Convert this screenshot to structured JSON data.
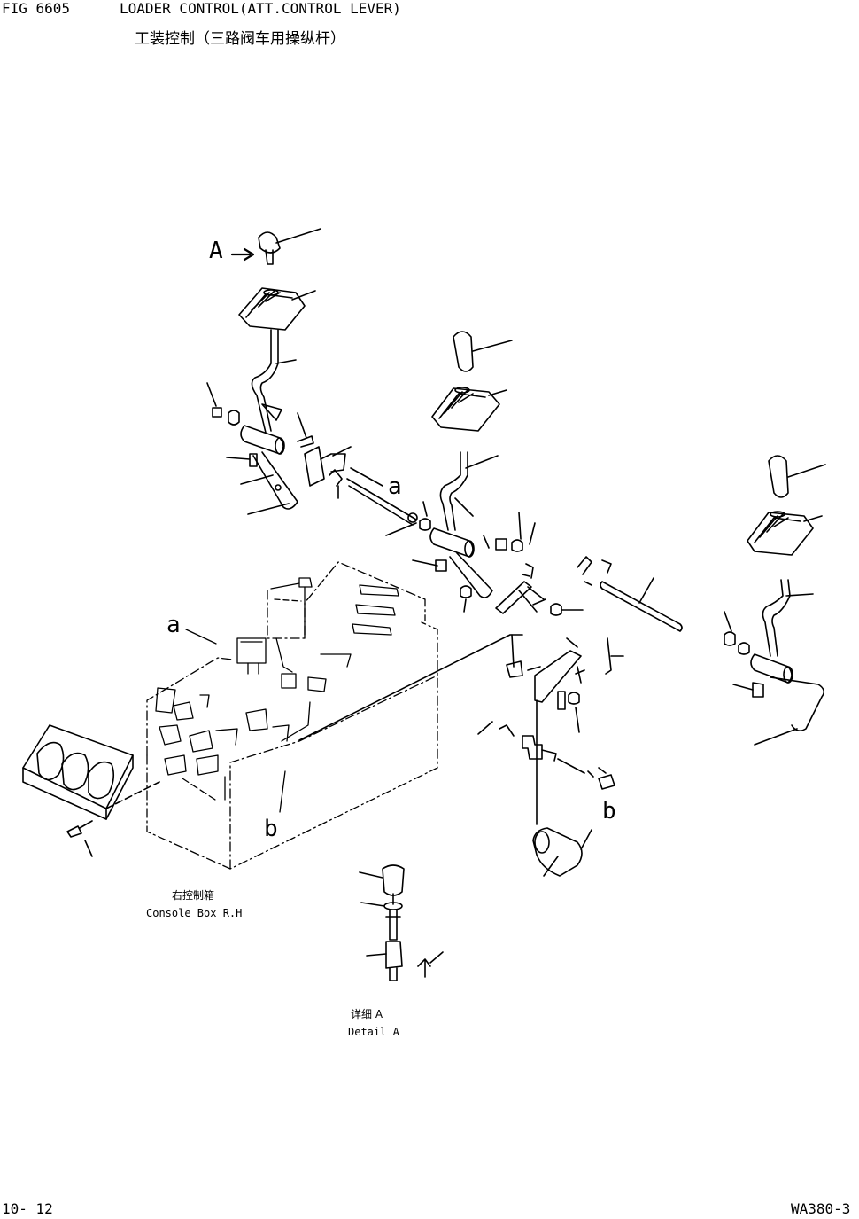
{
  "header": {
    "fig_number": "FIG 6605",
    "title_en": "LOADER CONTROL(ATT.CONTROL LEVER)",
    "title_cn": "工装控制（三路阀车用操纵杆）"
  },
  "diagram": {
    "callouts": {
      "a_top": "a",
      "a_left": "a",
      "b_bottom": "b",
      "b_right": "b",
      "arrow_A": "A"
    },
    "console_box": {
      "label_cn": "右控制箱",
      "label_en": "Console Box R.H"
    },
    "detail": {
      "label_cn": "详细 A",
      "label_en": "Detail A"
    }
  },
  "footer": {
    "page": "10- 12",
    "model": "WA380-3"
  }
}
